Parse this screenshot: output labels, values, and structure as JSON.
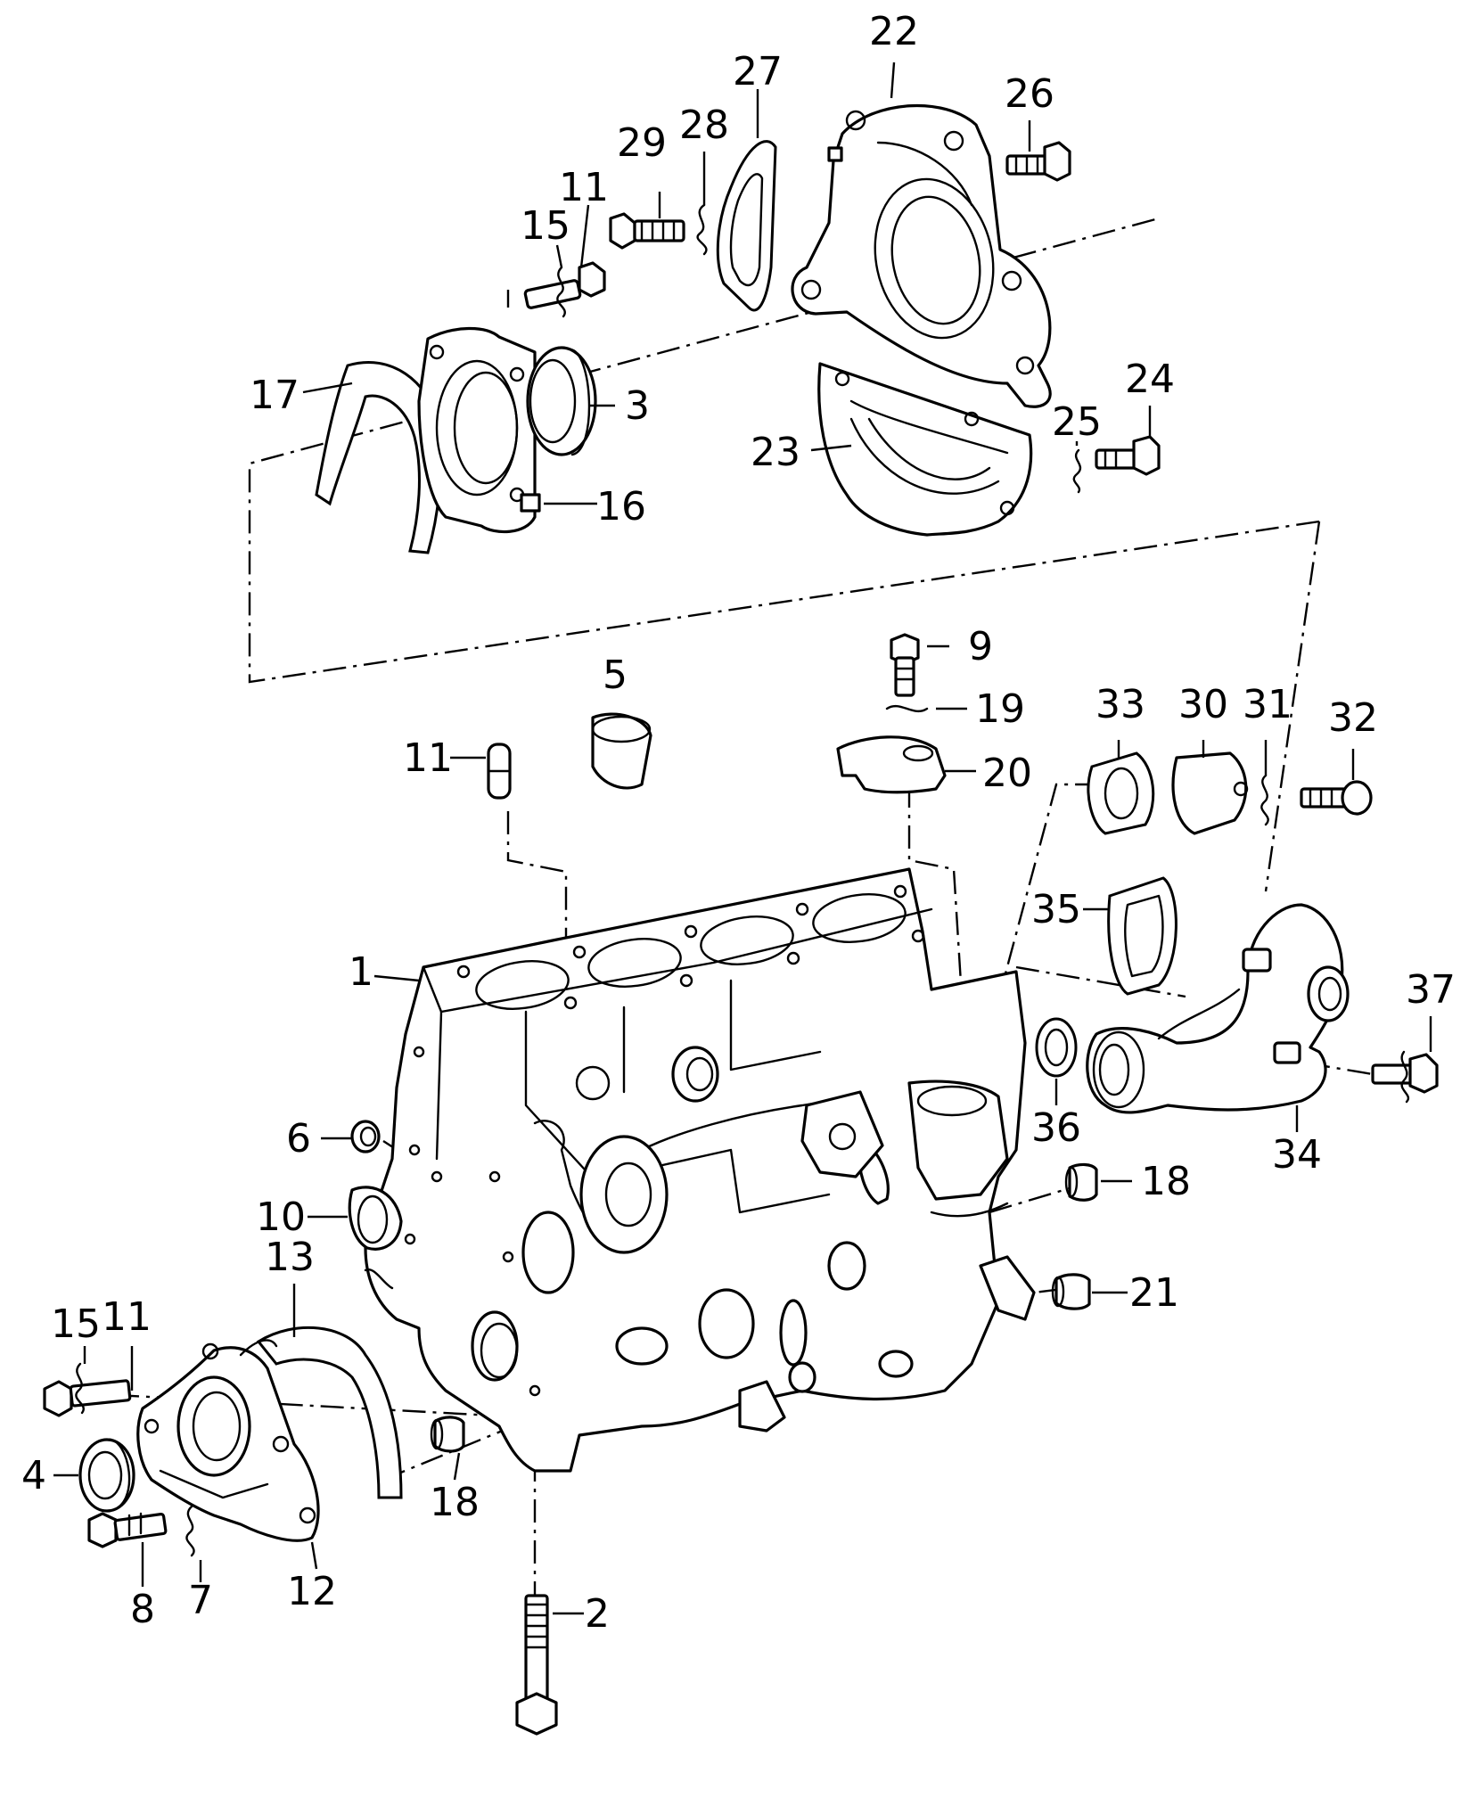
{
  "diagram": {
    "callouts": [
      {
        "label": "1"
      },
      {
        "label": "2"
      },
      {
        "label": "3"
      },
      {
        "label": "4"
      },
      {
        "label": "5"
      },
      {
        "label": "6"
      },
      {
        "label": "7"
      },
      {
        "label": "8"
      },
      {
        "label": "9"
      },
      {
        "label": "10"
      },
      {
        "label": "11"
      },
      {
        "label": "11"
      },
      {
        "label": "11"
      },
      {
        "label": "12"
      },
      {
        "label": "13"
      },
      {
        "label": "15"
      },
      {
        "label": "15"
      },
      {
        "label": "16"
      },
      {
        "label": "17"
      },
      {
        "label": "18"
      },
      {
        "label": "18"
      },
      {
        "label": "19"
      },
      {
        "label": "20"
      },
      {
        "label": "21"
      },
      {
        "label": "22"
      },
      {
        "label": "23"
      },
      {
        "label": "24"
      },
      {
        "label": "25"
      },
      {
        "label": "26"
      },
      {
        "label": "27"
      },
      {
        "label": "28"
      },
      {
        "label": "29"
      },
      {
        "label": "30"
      },
      {
        "label": "31"
      },
      {
        "label": "32"
      },
      {
        "label": "33"
      },
      {
        "label": "34"
      },
      {
        "label": "35"
      },
      {
        "label": "36"
      },
      {
        "label": "37"
      }
    ]
  }
}
